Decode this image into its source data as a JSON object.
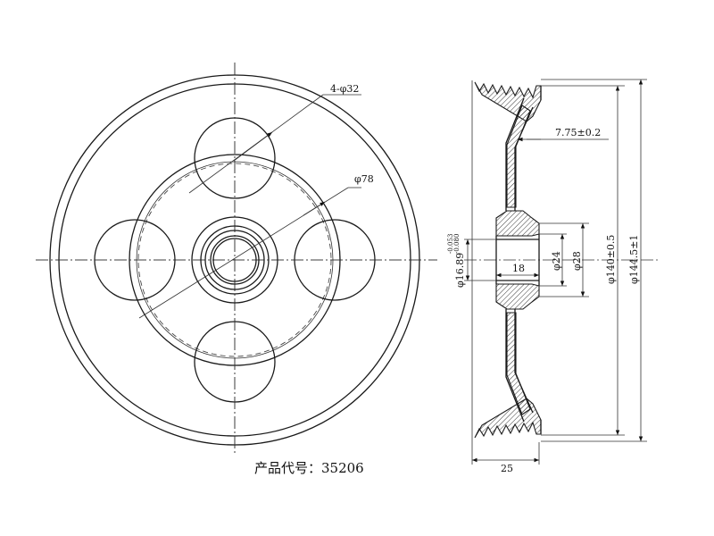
{
  "drawing": {
    "caption": "产品代号：35206",
    "front_view": {
      "hole_callout": "4-φ32",
      "pitch_circle": "φ78"
    },
    "section_view": {
      "dim_groove_depth": "7.75±0.2",
      "dim_bore": "φ16.89",
      "dim_bore_tol_upper": "-0.053",
      "dim_bore_tol_lower": "-0.080",
      "dim_hub_length": "18",
      "dim_hub_inner": "φ24",
      "dim_hub_outer": "φ28",
      "dim_groove_dia": "φ140±0.5",
      "dim_outer_dia": "φ144.5±1",
      "dim_width": "25"
    }
  }
}
